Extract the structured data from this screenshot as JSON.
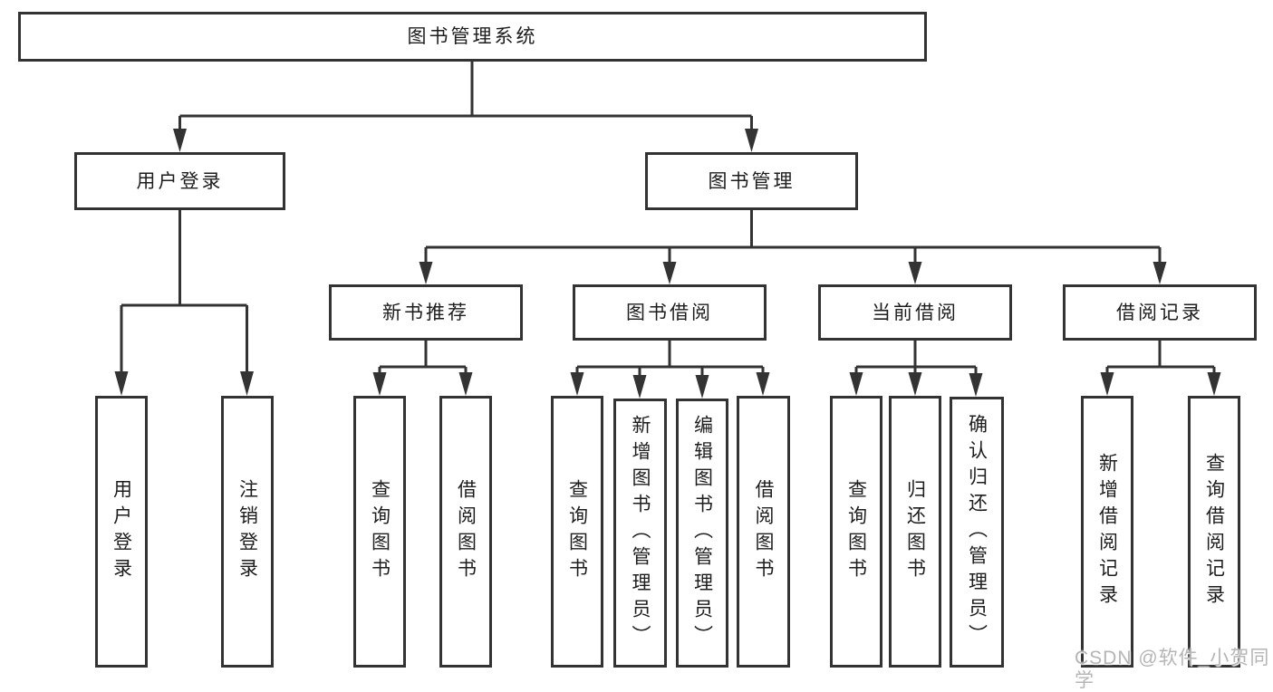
{
  "diagram": {
    "root": {
      "label": "图书管理系统"
    },
    "branches": [
      {
        "label": "用户登录",
        "children": [
          {
            "label": "用户登录"
          },
          {
            "label": "注销登录"
          }
        ]
      },
      {
        "label": "图书管理",
        "children": [
          {
            "label": "新书推荐",
            "children": [
              {
                "label": "查询图书"
              },
              {
                "label": "借阅图书"
              }
            ]
          },
          {
            "label": "图书借阅",
            "children": [
              {
                "label": "查询图书"
              },
              {
                "label": "新增图书（管理员）"
              },
              {
                "label": "编辑图书（管理员）"
              },
              {
                "label": "借阅图书"
              }
            ]
          },
          {
            "label": "当前借阅",
            "children": [
              {
                "label": "查询图书"
              },
              {
                "label": "归还图书"
              },
              {
                "label": "确认归还（管理员）"
              }
            ]
          },
          {
            "label": "借阅记录",
            "children": [
              {
                "label": "新增借阅记录"
              },
              {
                "label": "查询借阅记录"
              }
            ]
          }
        ]
      }
    ]
  },
  "watermark": {
    "text": "CSDN @软件_小贺同学"
  },
  "colors": {
    "line": "#333333",
    "box_border": "#333333",
    "text": "#1d1d1d",
    "background": "#ffffff",
    "watermark": "#b5b5b5"
  }
}
